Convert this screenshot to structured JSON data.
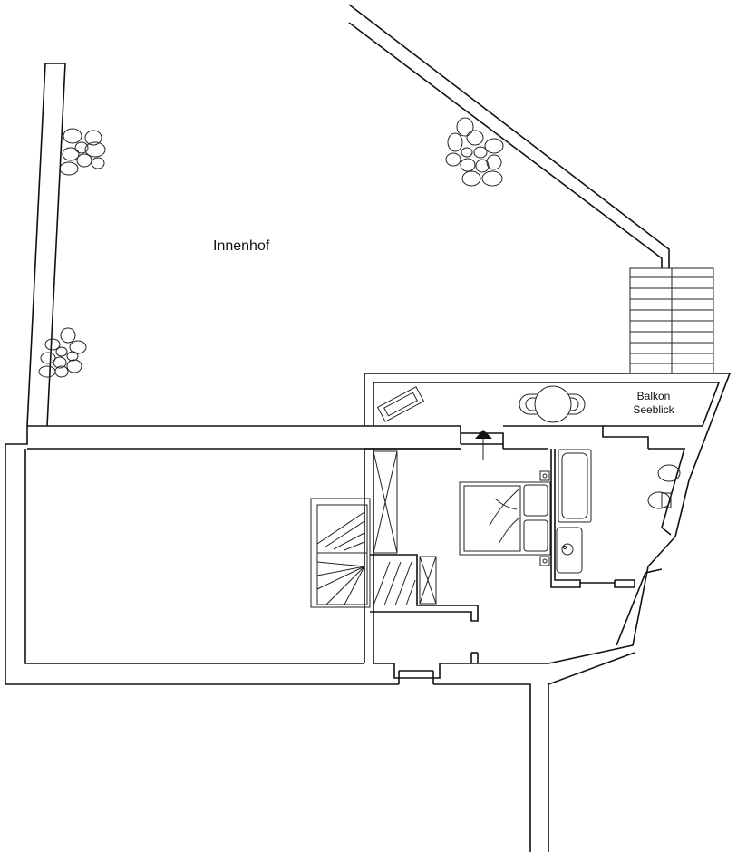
{
  "plan": {
    "courtyard_label": "Innenhof",
    "balcony_label_line1": "Balkon",
    "balcony_label_line2": "Seeblick"
  },
  "icons": [
    "stone-cluster-icon",
    "bed-icon",
    "table-icon",
    "bathtub-icon",
    "sink-icon",
    "toilet-icon",
    "stairs-icon",
    "entrance-arrow-icon"
  ],
  "colors": {
    "line": "#111111",
    "background": "#ffffff"
  }
}
